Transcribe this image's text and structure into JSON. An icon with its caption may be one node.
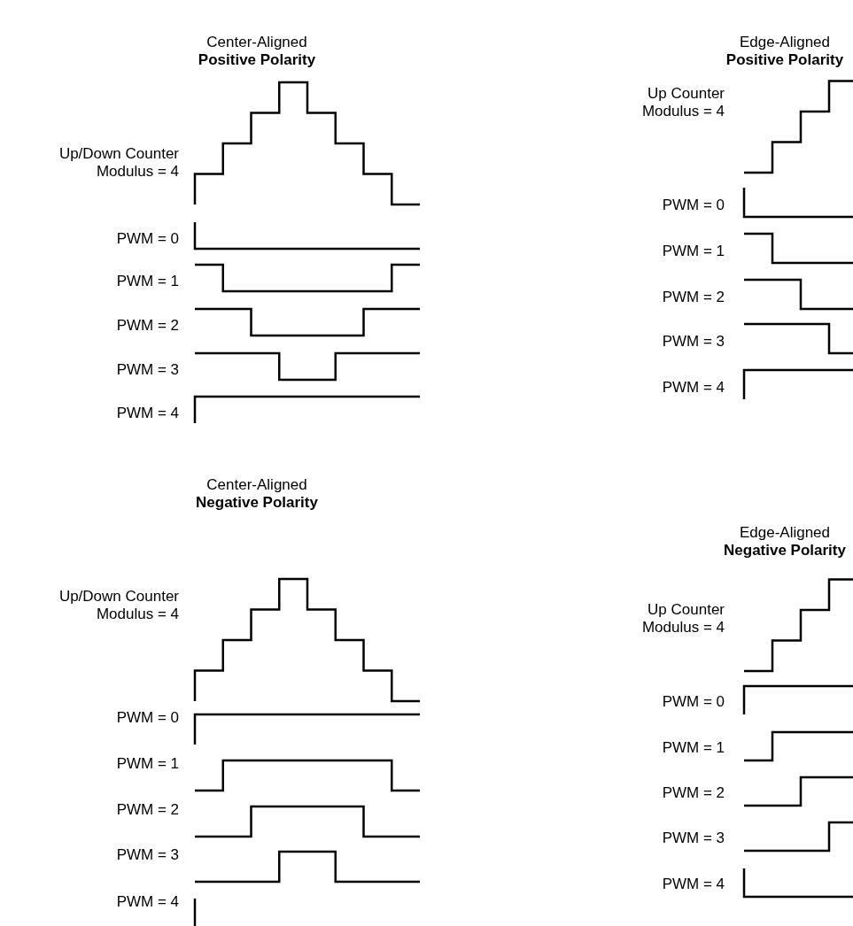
{
  "diagram": {
    "labels": [
      "Center-Aligned",
      "Positive Polarity",
      "Up/Down Counter Modulus = 4",
      "PWM = 0",
      "PWM = 1",
      "PWM = 2",
      "PWM = 3",
      "PWM = 4",
      "Edge-Aligned",
      "Positive Polarity",
      "Up Counter Modulus = 4",
      "PWM = 0",
      "PWM = 1",
      "PWM = 2",
      "PWM = 3",
      "PWM = 4",
      "Center-Aligned",
      "Negative Polarity",
      "Up/Down Counter Modulus = 4",
      "PWM = 0",
      "PWM = 1",
      "PWM = 2",
      "PWM = 3",
      "PWM = 4",
      "Edge-Aligned",
      "Negative Polarity",
      "Up Counter Modulus = 4",
      "PWM = 0",
      "PWM = 1",
      "PWM = 2",
      "PWM = 3",
      "PWM = 4"
    ]
  }
}
